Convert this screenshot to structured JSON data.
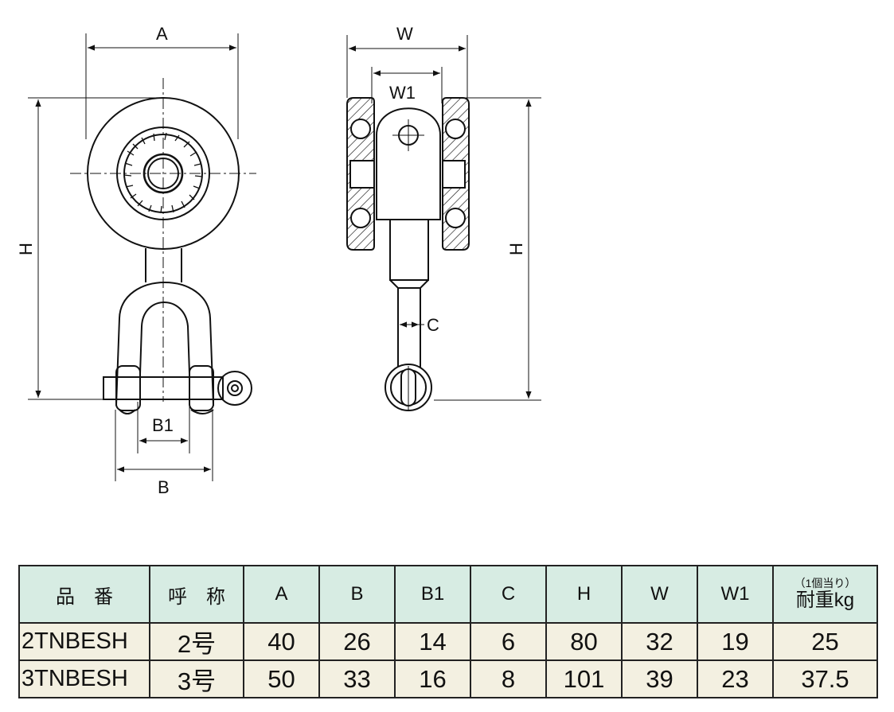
{
  "labels": {
    "left_view": {
      "a": "A",
      "h": "H",
      "b1": "B1",
      "b": "B"
    },
    "right_view": {
      "w": "W",
      "w1": "W1",
      "h": "H",
      "c": "C"
    }
  },
  "table": {
    "headers": [
      "品　番",
      "呼　称",
      "A",
      "B",
      "B1",
      "C",
      "H",
      "W",
      "W1"
    ],
    "load_header_sub": "（1個当り）",
    "load_header_main": "耐重kg",
    "rows": [
      {
        "code": "2TNBESH",
        "name": "2号",
        "a": "40",
        "b": "26",
        "b1": "14",
        "c": "6",
        "h": "80",
        "w": "32",
        "w1": "19",
        "load": "25"
      },
      {
        "code": "3TNBESH",
        "name": "3号",
        "a": "50",
        "b": "33",
        "b1": "16",
        "c": "8",
        "h": "101",
        "w": "39",
        "w1": "23",
        "load": "37.5"
      }
    ]
  },
  "colors": {
    "header_bg": "#d7ece3",
    "row_bg": "#f3f0e1",
    "line": "#111111"
  }
}
